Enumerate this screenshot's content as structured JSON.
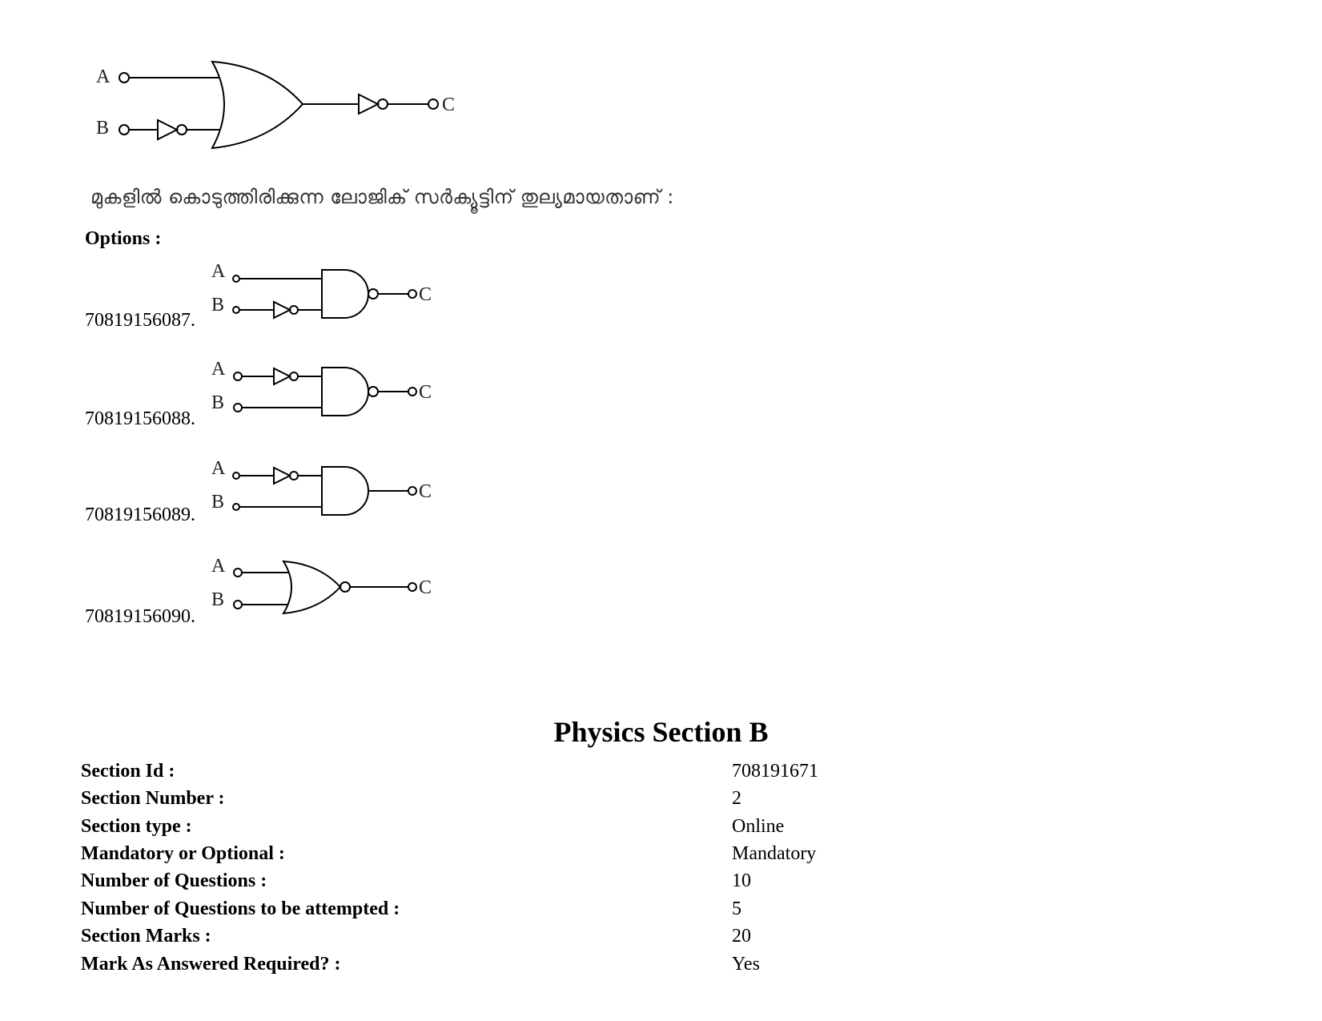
{
  "question": {
    "circuit_labels": {
      "input_a": "A",
      "input_b": "B",
      "output": "C"
    },
    "text": "മുകളിൽ കൊടുത്തിരിക്കുന്ന ലോജിക് സർക്യൂട്ടിന് തുല്യമായതാണ് :"
  },
  "options_label": "Options :",
  "options": [
    {
      "id": "70819156087.",
      "gate": "NAND",
      "inverted_input": "B",
      "labels": {
        "a": "A",
        "b": "B",
        "c": "C"
      }
    },
    {
      "id": "70819156088.",
      "gate": "NAND",
      "inverted_input": "A",
      "labels": {
        "a": "A",
        "b": "B",
        "c": "C"
      }
    },
    {
      "id": "70819156089.",
      "gate": "AND",
      "inverted_input": "A",
      "labels": {
        "a": "A",
        "b": "B",
        "c": "C"
      }
    },
    {
      "id": "70819156090.",
      "gate": "NOR",
      "inverted_input": "none",
      "labels": {
        "a": "A",
        "b": "B",
        "c": "C"
      }
    }
  ],
  "section": {
    "title": "Physics Section B",
    "rows": [
      {
        "key": "Section Id :",
        "value": "708191671"
      },
      {
        "key": "Section Number :",
        "value": "2"
      },
      {
        "key": "Section type :",
        "value": "Online"
      },
      {
        "key": "Mandatory or Optional :",
        "value": "Mandatory"
      },
      {
        "key": "Number of Questions :",
        "value": "10"
      },
      {
        "key": "Number of Questions to be attempted :",
        "value": "5"
      },
      {
        "key": "Section Marks :",
        "value": "20"
      },
      {
        "key": "Mark As Answered Required? :",
        "value": "Yes"
      }
    ]
  }
}
